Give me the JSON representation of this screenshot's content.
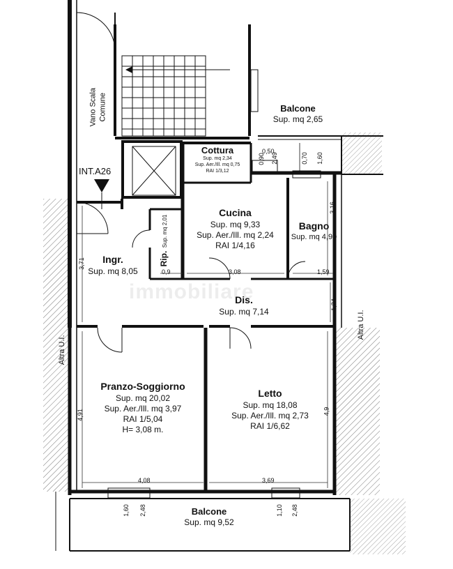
{
  "stair": {
    "title": "Vano Scala",
    "subtitle": "Comune"
  },
  "unit_label": "INT.A26",
  "rooms": {
    "cottura": {
      "name": "Cottura",
      "line1": "Sup. mq 2,34",
      "line2": "Sup. Aer./Ill. mq 0,75",
      "line3": "RAI 1/3,12"
    },
    "cucina": {
      "name": "Cucina",
      "line1": "Sup. mq 9,33",
      "line2": "Sup. Aer./Ill. mq 2,24",
      "line3": "RAI 1/4,16"
    },
    "bagno": {
      "name": "Bagno",
      "line1": "Sup. mq 4,90"
    },
    "rip": {
      "name": "Rip.",
      "line1": "Sup. mq 2,01"
    },
    "ingr": {
      "name": "Ingr.",
      "line1": "Sup. mq 8,05"
    },
    "dis": {
      "name": "Dis.",
      "line1": "Sup. mq 7,14"
    },
    "pranzo": {
      "name": "Pranzo-Soggiorno",
      "line1": "Sup. mq 20,02",
      "line2": "Sup. Aer./Ill. mq 3,97",
      "line3": "RAI 1/5,04",
      "line4": "H= 3,08 m."
    },
    "letto": {
      "name": "Letto",
      "line1": "Sup. mq 18,08",
      "line2": "Sup. Aer./Ill. mq 2,73",
      "line3": "RAI 1/6,62"
    },
    "balcone_top": {
      "name": "Balcone",
      "line1": "Sup. mq 2,65"
    },
    "balcone_bottom": {
      "name": "Balcone",
      "line1": "Sup. mq 9,52"
    }
  },
  "neighbours": {
    "left": "Altra U.I.",
    "right": "Altra U.I."
  },
  "dimensions": {
    "d_050": "0,50",
    "d_090": "0,90",
    "d_249": "2,49",
    "d_070": "0,70",
    "d_160a": "1,60",
    "d_316": "3,16",
    "d_371": "3,71",
    "d_09": "0,9",
    "d_308": "3,08",
    "d_159": "1,59",
    "d_124": "1,24",
    "d_491": "4,91",
    "d_49": "4,9",
    "d_408": "4,08",
    "d_369": "3,69",
    "d_160b": "1,60",
    "d_248a": "2,48",
    "d_110": "1,10",
    "d_248b": "2,48"
  },
  "watermark": "immobiliare"
}
